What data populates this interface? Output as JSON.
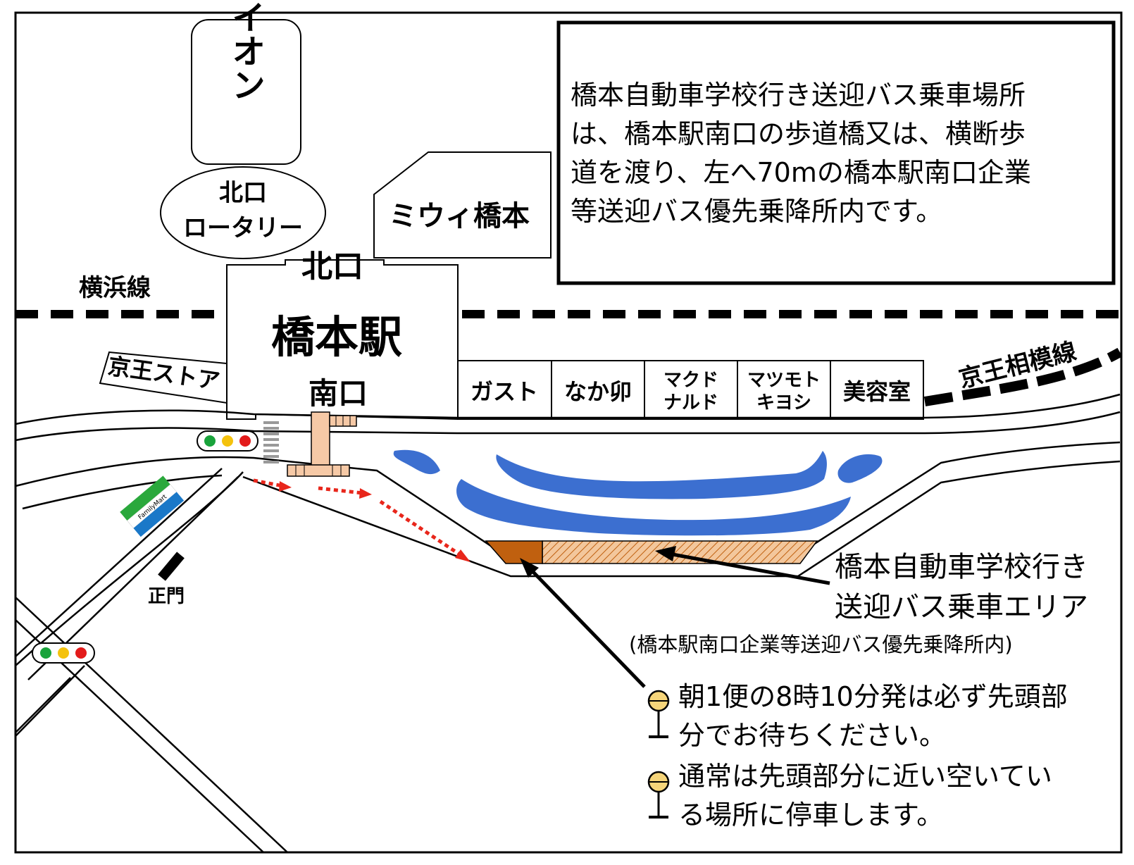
{
  "map": {
    "labels": {
      "aeon": "イオン",
      "north_rotary_1": "北口",
      "north_rotary_2": "ロータリー",
      "myu_hashimoto": "ミウィ橋本",
      "north_exit": "北口",
      "yokohama_line": "横浜線",
      "station": "橋本駅",
      "keio_store": "京王ストア",
      "south_exit": "南口",
      "keio_sagamihara_line": "京王相模線",
      "main_gate": "正門",
      "familymart": "FamilyMart"
    },
    "shops": [
      {
        "line1": "ガスト",
        "line2": ""
      },
      {
        "line1": "なか卯",
        "line2": ""
      },
      {
        "line1": "マクド",
        "line2": "ナルド"
      },
      {
        "line1": "マツモト",
        "line2": "キヨシ"
      },
      {
        "line1": "美容室",
        "line2": ""
      }
    ],
    "info_box": {
      "lines": [
        "橋本自動車学校行き送迎バス乗車場所",
        "は、橋本駅南口の歩道橋又は、横断歩",
        "道を渡り、左へ70mの橋本駅南口企業",
        "等送迎バス優先乗降所内です。"
      ]
    },
    "boarding_area": {
      "line1": "橋本自動車学校行き",
      "line2": "送迎バス乗車エリア",
      "note": "(橋本駅南口企業等送迎バス優先乗降所内)"
    },
    "notes": [
      {
        "line1": "朝1便の8時10分発は必ず先頭部",
        "line2": "分でお待ちください。"
      },
      {
        "line1": "通常は先頭部分に近い空いてい",
        "line2": "る場所に停車します。"
      }
    ],
    "colors": {
      "island_blue": "#3c6fd0",
      "route_arrow": "#e8261b",
      "bridge": "#f6c9a6",
      "bus_head": "#c0600f",
      "bus_area": "#f3c79c",
      "fm_green": "#2aa83c",
      "fm_blue": "#1a78c8",
      "signal_green": "#19a33b",
      "signal_yellow": "#f4c20d",
      "signal_red": "#e31b1b"
    },
    "icons": [
      "bus-stop-icon",
      "traffic-signal-icon",
      "familymart-logo-icon",
      "main-gate-icon"
    ]
  }
}
